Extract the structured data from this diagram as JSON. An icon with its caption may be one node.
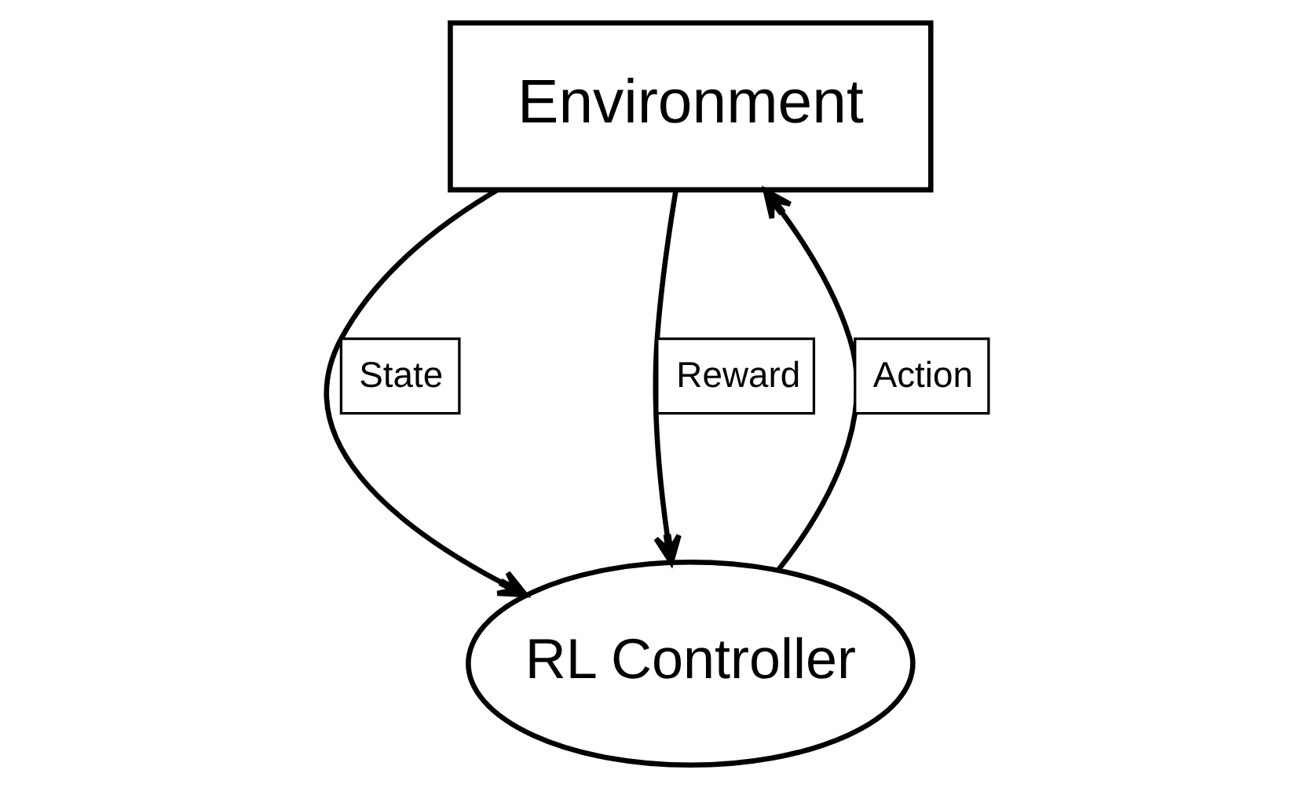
{
  "diagram": {
    "nodes": [
      {
        "text": [
          "Environment"
        ]
      },
      {
        "text": [
          "RL Controller"
        ]
      }
    ],
    "edges": [
      {
        "from": 0,
        "to": 1,
        "arrow": "to",
        "label": "State"
      },
      {
        "from": 0,
        "to": 1,
        "arrow": "to",
        "label": "Reward"
      },
      {
        "from": 1,
        "to": 0,
        "arrow": "to",
        "label": "Action"
      }
    ]
  }
}
